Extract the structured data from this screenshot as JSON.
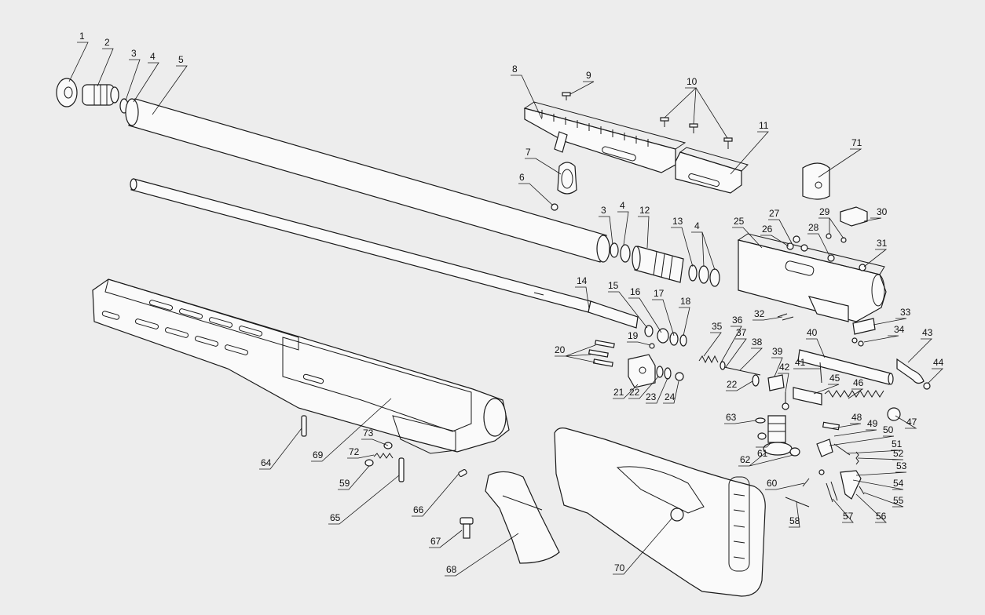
{
  "diagram": {
    "labels": [
      "1",
      "2",
      "3",
      "4",
      "5",
      "6",
      "7",
      "8",
      "9",
      "10",
      "11",
      "12",
      "13",
      "14",
      "15",
      "16",
      "17",
      "18",
      "19",
      "20",
      "21",
      "22",
      "23",
      "24",
      "25",
      "26",
      "27",
      "28",
      "29",
      "30",
      "31",
      "32",
      "33",
      "34",
      "35",
      "36",
      "37",
      "38",
      "39",
      "40",
      "41",
      "42",
      "43",
      "44",
      "45",
      "46",
      "47",
      "48",
      "49",
      "50",
      "51",
      "52",
      "53",
      "54",
      "55",
      "56",
      "57",
      "58",
      "59",
      "60",
      "61",
      "62",
      "63",
      "64",
      "65",
      "66",
      "67",
      "68",
      "69",
      "70",
      "71",
      "72",
      "73"
    ]
  }
}
